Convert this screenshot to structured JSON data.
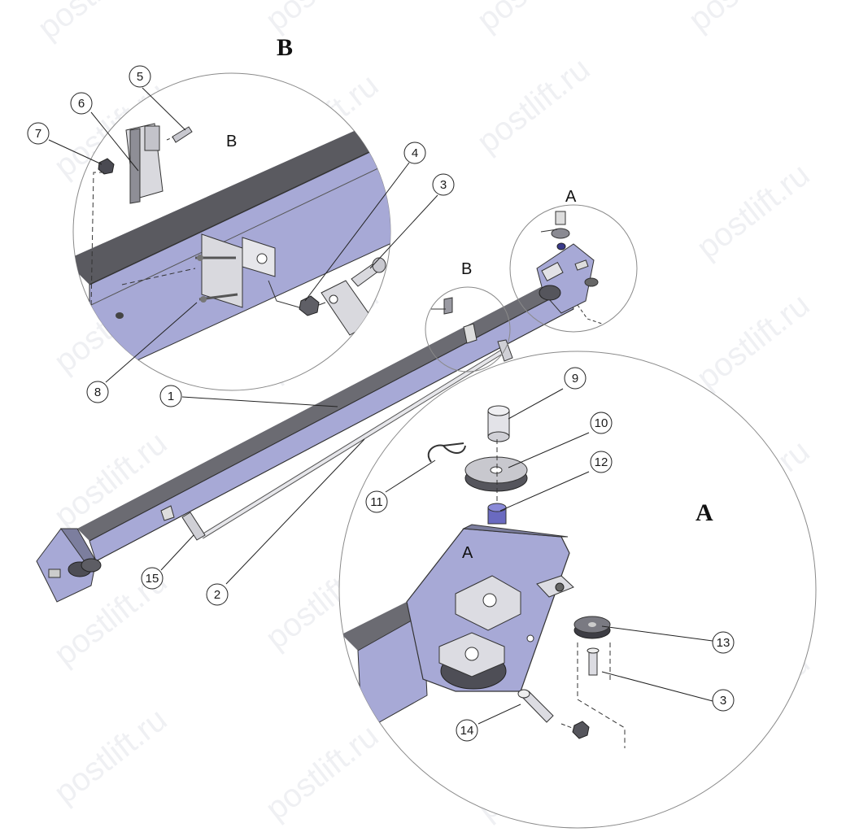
{
  "watermark": "postlift.ru",
  "colors": {
    "part_fill": "#a7a9d6",
    "part_fill_light": "#c6c7e8",
    "part_dark": "#4a4a52",
    "line": "#2a2a2a",
    "rod": "#e4e4e8"
  },
  "detail_labels": {
    "detail_b_title": "B",
    "detail_b_inner": "B",
    "detail_a_title": "A",
    "detail_a_inner": "A",
    "ref_a": "A",
    "ref_b": "B"
  },
  "callouts": [
    {
      "id": "1",
      "text": "1"
    },
    {
      "id": "2",
      "text": "2"
    },
    {
      "id": "3a",
      "text": "3"
    },
    {
      "id": "3b",
      "text": "3"
    },
    {
      "id": "4",
      "text": "4"
    },
    {
      "id": "5",
      "text": "5"
    },
    {
      "id": "6",
      "text": "6"
    },
    {
      "id": "7",
      "text": "7"
    },
    {
      "id": "8",
      "text": "8"
    },
    {
      "id": "9",
      "text": "9"
    },
    {
      "id": "10",
      "text": "10"
    },
    {
      "id": "11",
      "text": "11"
    },
    {
      "id": "12",
      "text": "12"
    },
    {
      "id": "13",
      "text": "13"
    },
    {
      "id": "14",
      "text": "14"
    },
    {
      "id": "15",
      "text": "15"
    }
  ]
}
